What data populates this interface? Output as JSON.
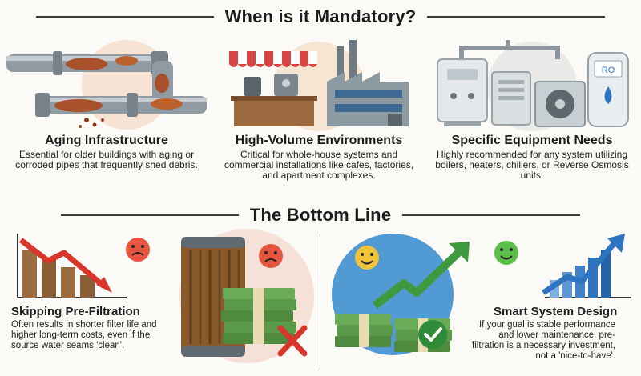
{
  "header_top": {
    "title": "When is it Mandatory?"
  },
  "header_bottom": {
    "title": "The Bottom Line"
  },
  "cards_top": [
    {
      "heading": "Aging Infrastructure",
      "body": "Essential for older buildings with aging or corroded pipes that frequently shed debris.",
      "icon": "corroded-pipes-icon"
    },
    {
      "heading": "High-Volume Environments",
      "body": "Critical for whole-house systems and commercial installations like cafes, factories, and apartment complexes.",
      "icon": "cafe-factory-icon"
    },
    {
      "heading": "Specific Equipment Needs",
      "body": "Highly recommended for any system utilizing boilers, heaters, chillers, or Reverse Osmosis units.",
      "icon": "equipment-units-icon",
      "ro_label": "RO"
    }
  ],
  "cards_bottom": [
    {
      "heading": "Skipping Pre-Filtration",
      "body": "Often results in shorter filter life and higher long-term costs, even if the source water seams 'clean'.",
      "icons": [
        "declining-graph-icon",
        "sad-face-icon",
        "dirty-filter-icon",
        "money-stack-icon",
        "red-x-icon"
      ]
    },
    {
      "heading": "Smart System Design",
      "body": "If your gual is stable performance and lower maintenance, pre-filtration is a necessary investment, not a 'nice-to-have'.",
      "icons": [
        "happy-face-icon",
        "rising-arrow-icon",
        "money-stack-icon",
        "green-check-icon",
        "rising-graph-icon"
      ]
    }
  ],
  "colors": {
    "background": "#fbfaf6",
    "rust": "#a8502a",
    "red": "#d9362b",
    "green": "#2e8b3a",
    "blue": "#2f74c0",
    "money": "#5a9a4a"
  }
}
